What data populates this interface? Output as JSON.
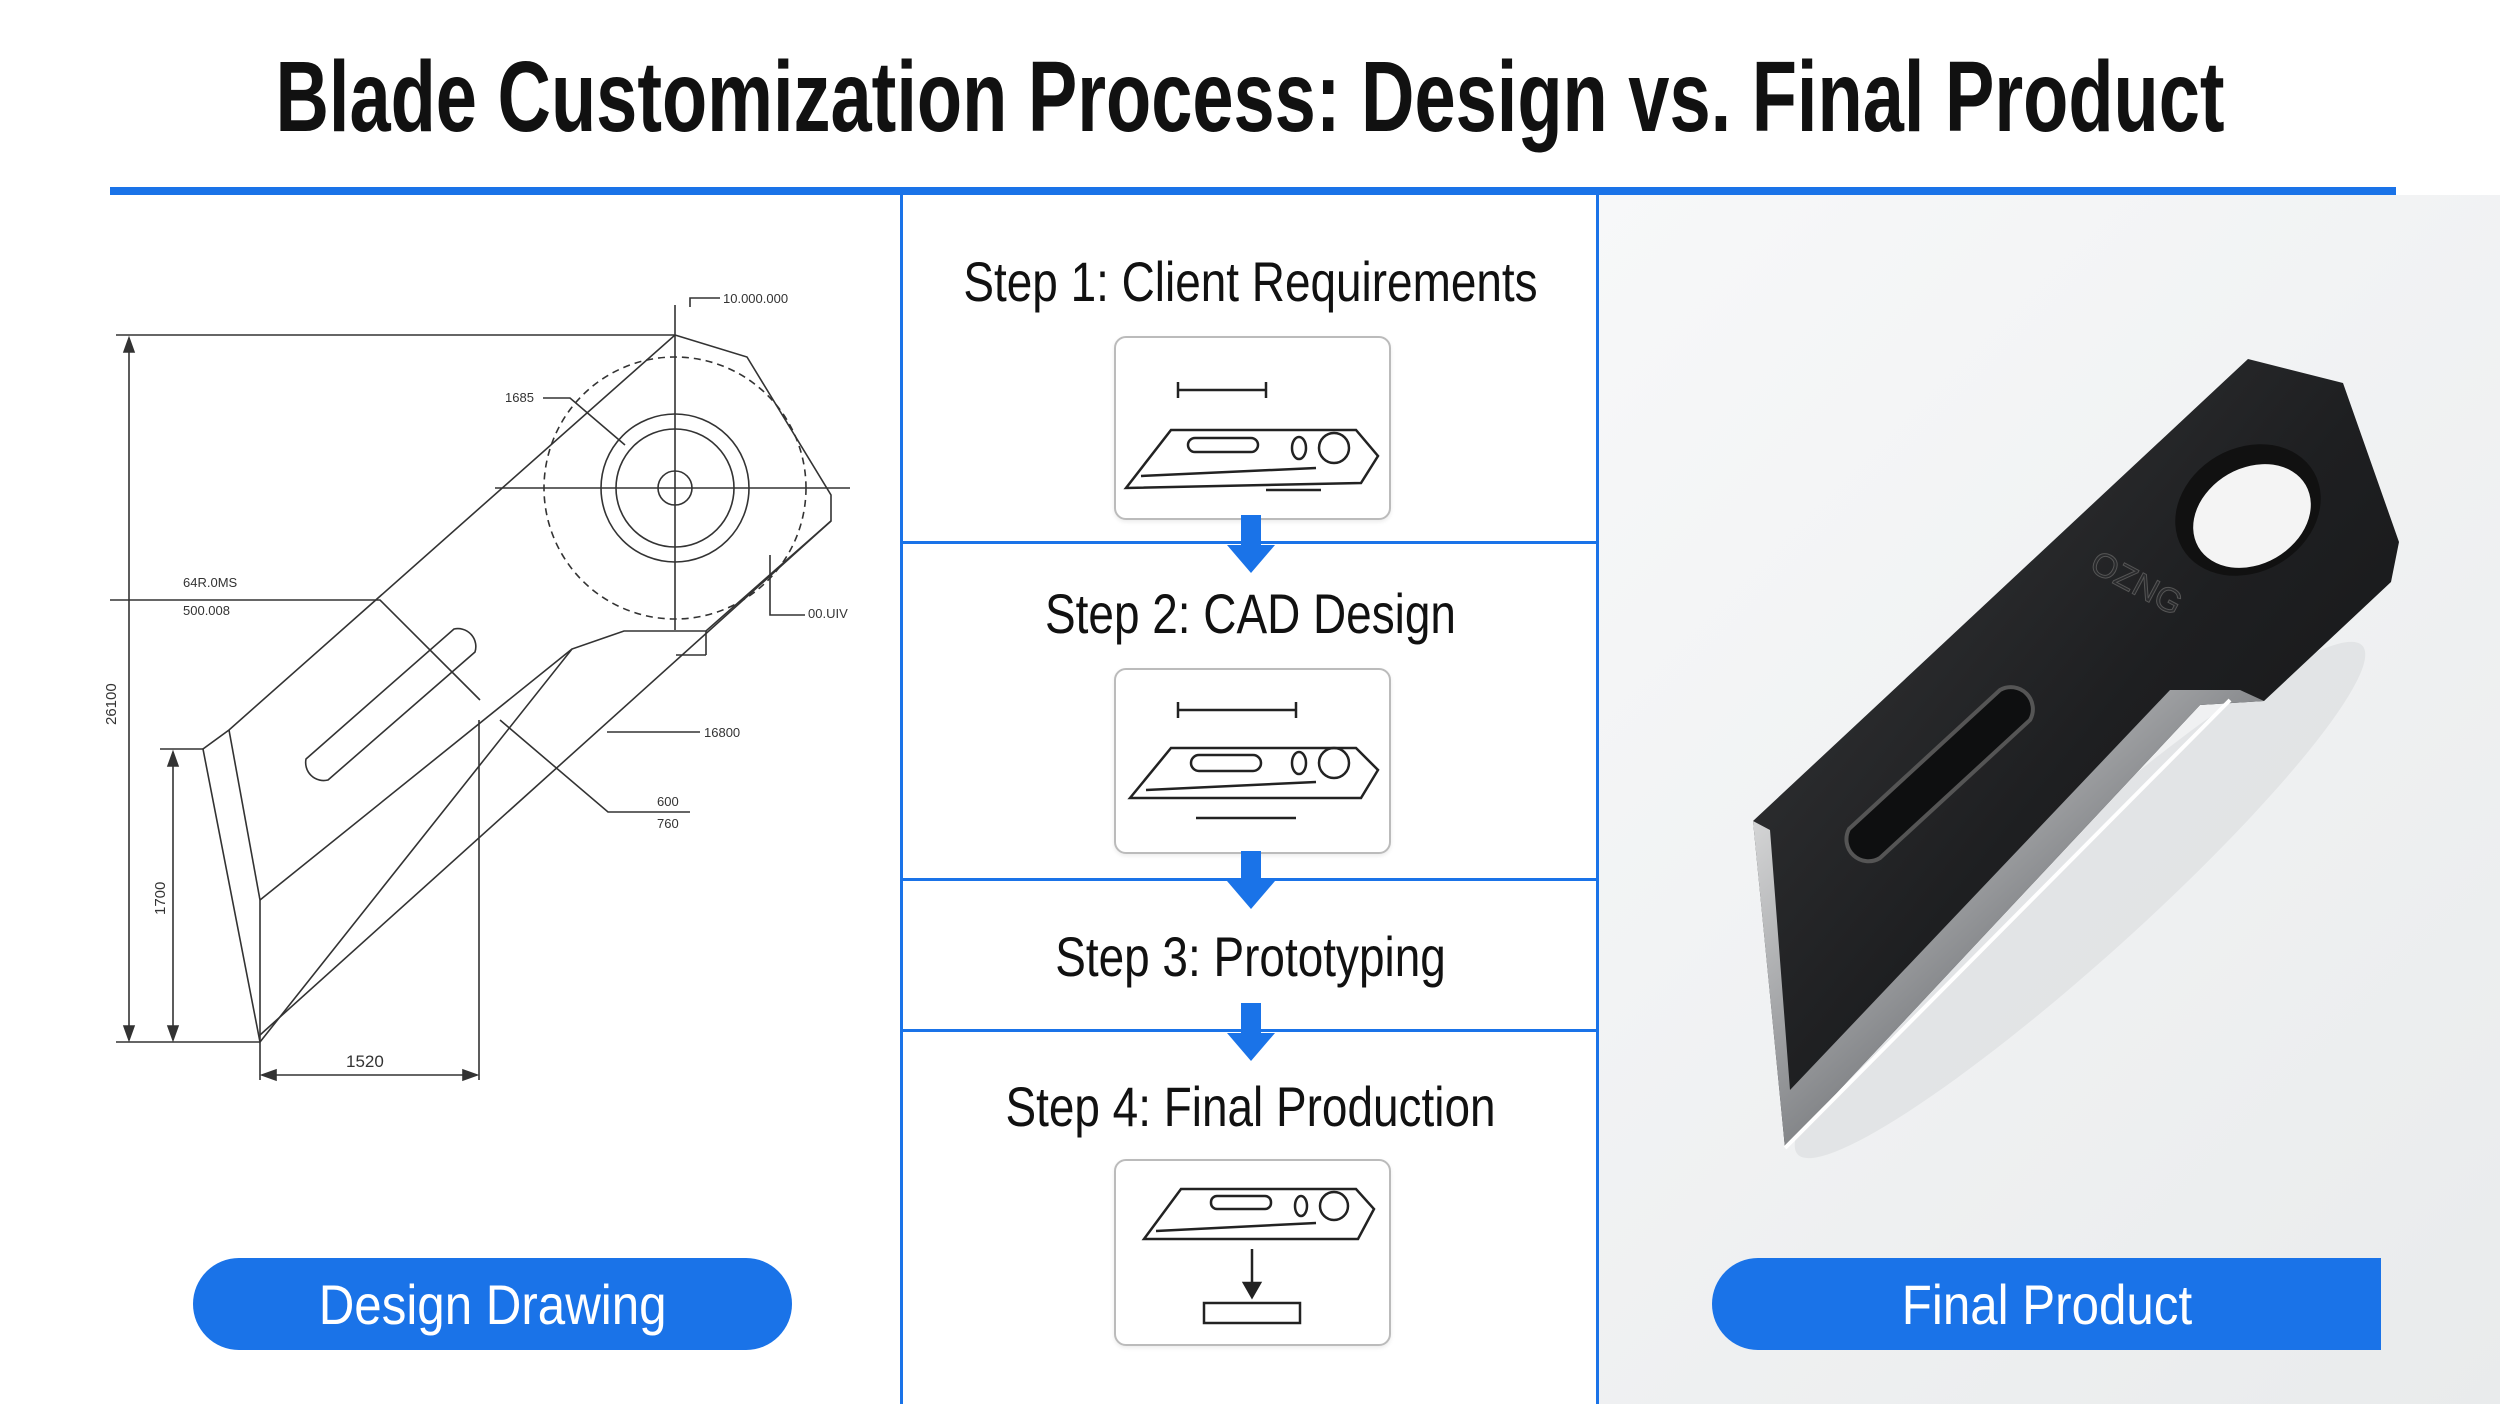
{
  "title": "Blade Customization Process: Design vs. Final Product",
  "design_drawing": {
    "dimensions": [
      "10.000.000",
      "1685",
      "64R.0MS",
      "500.008",
      "00.UIV",
      "26100",
      "16800",
      "600",
      "760",
      "1700",
      "1520"
    ],
    "label": "Design Drawing"
  },
  "steps": [
    {
      "label": "Step 1: Client Requirements"
    },
    {
      "label": "Step 2: CAD Design"
    },
    {
      "label": "Step 3: Prototyping"
    },
    {
      "label": "Step 4: Final Production"
    }
  ],
  "final_product": {
    "engraving": "OZNG",
    "label": "Final Product"
  },
  "colors": {
    "accent": "#1a73e8"
  }
}
